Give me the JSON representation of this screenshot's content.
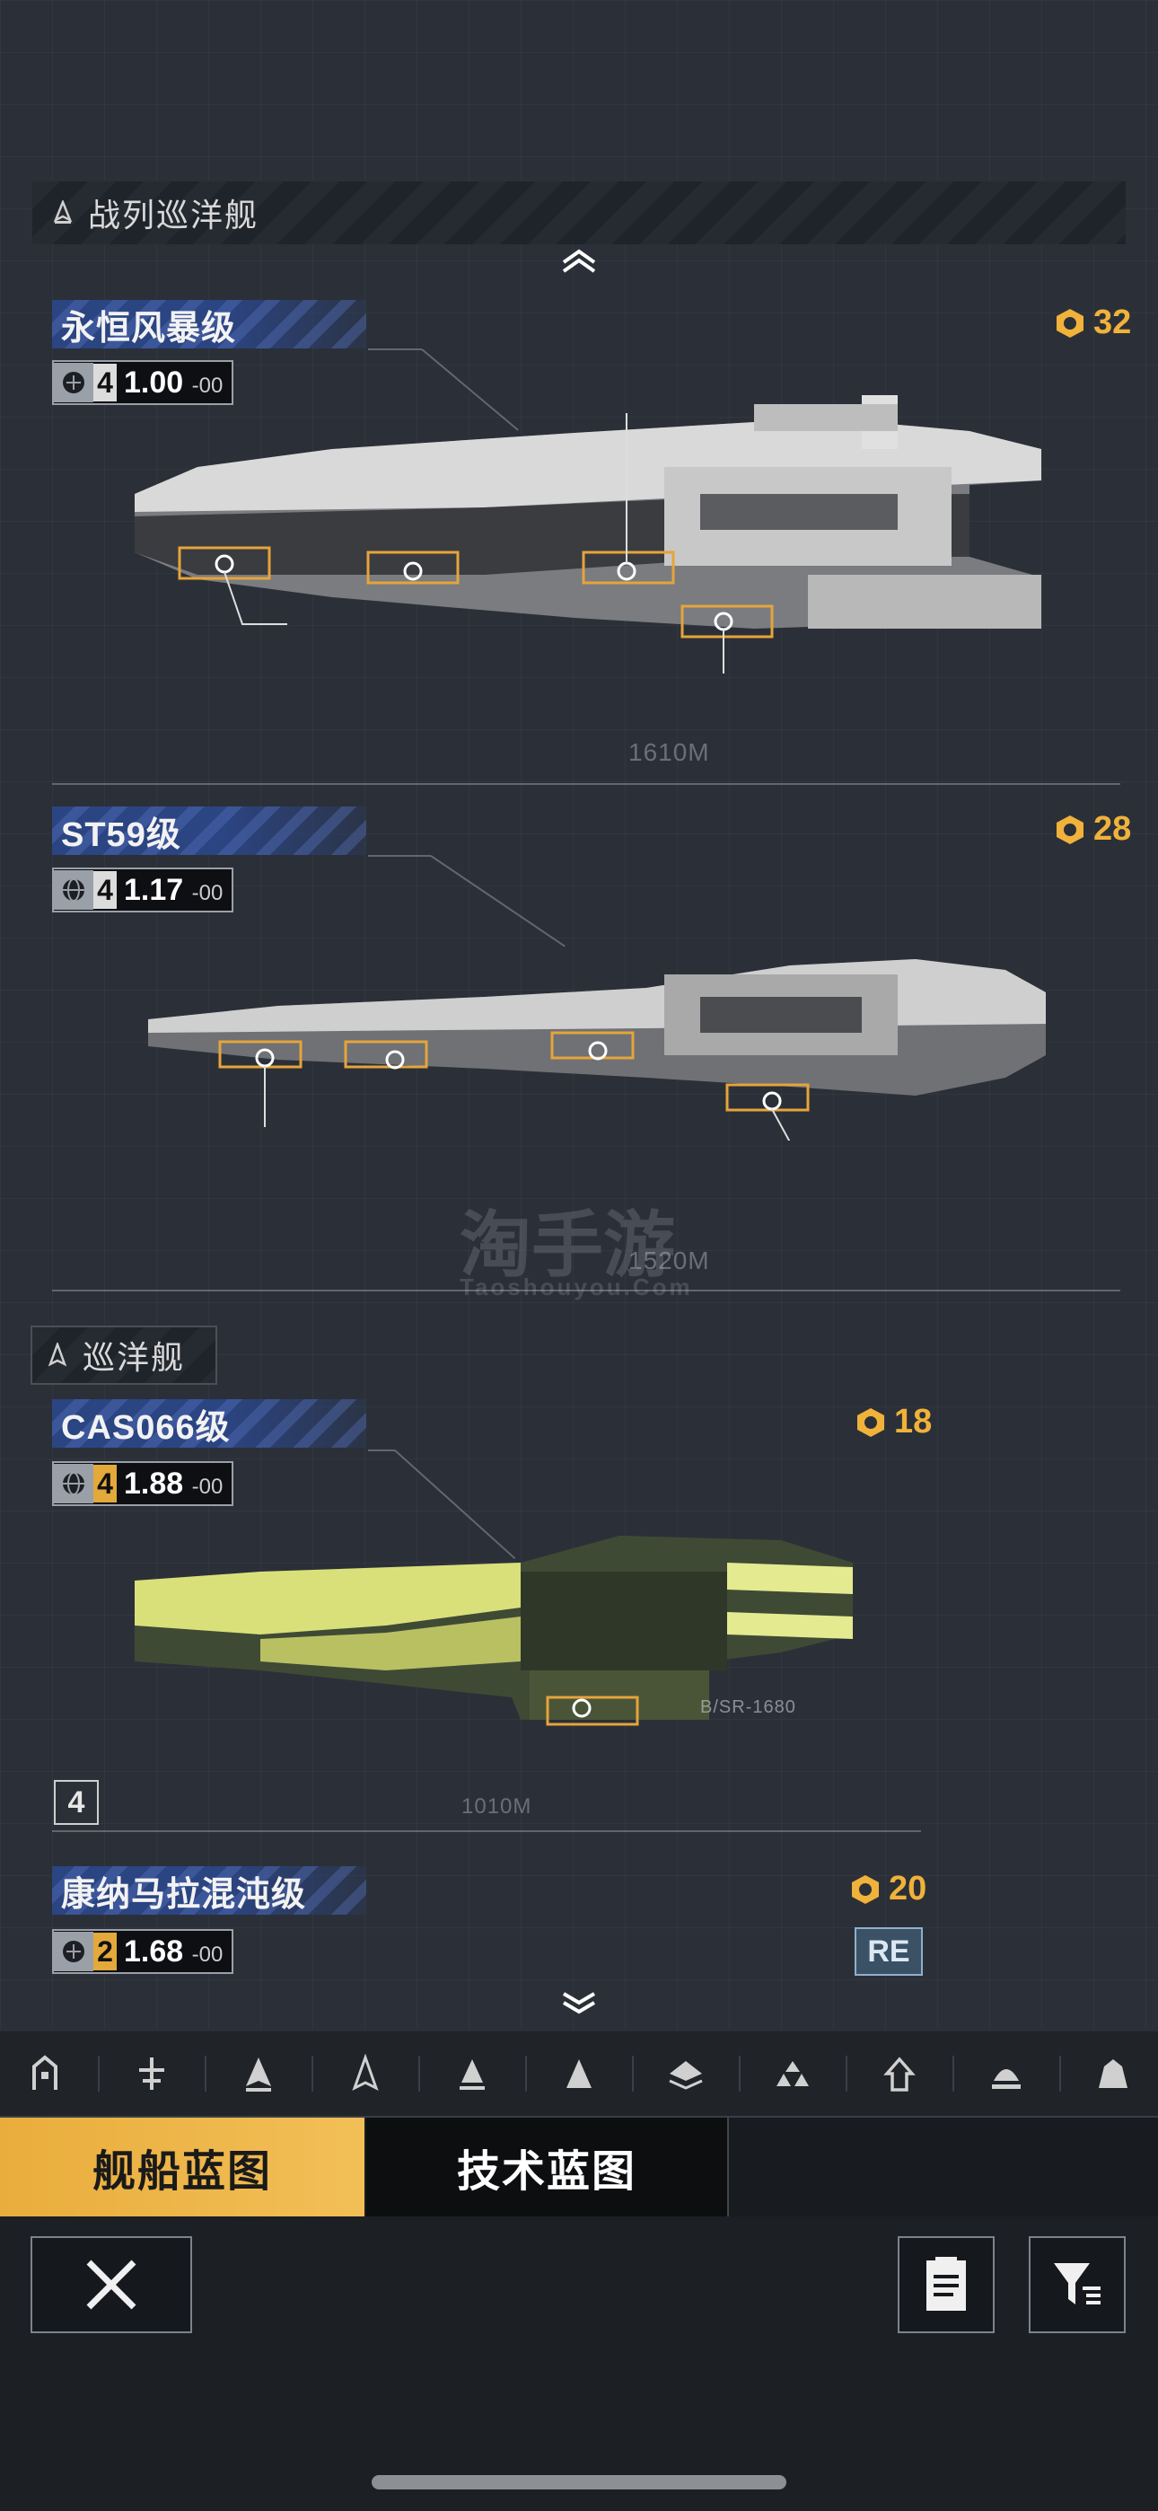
{
  "sections": {
    "battlecruiser": {
      "title": "战列巡洋舰"
    },
    "cruiser": {
      "title": "巡洋舰"
    }
  },
  "ships": [
    {
      "name": "永恒风暴级",
      "level": "4",
      "value": "1.00",
      "suffix": "-00",
      "cost": "32",
      "length": "1610M"
    },
    {
      "name": "ST59级",
      "level": "4",
      "value": "1.17",
      "suffix": "-00",
      "cost": "28",
      "length": "1520M"
    },
    {
      "name": "CAS066级",
      "level": "4",
      "value": "1.88",
      "suffix": "-00",
      "cost": "18",
      "length": "1010M",
      "variant_label": "B/SR-1680"
    },
    {
      "name": "康纳马拉混沌级",
      "level": "2",
      "value": "1.68",
      "suffix": "-00",
      "cost": "20",
      "badge": "RE"
    }
  ],
  "cruiser_rank": "4",
  "tabs": {
    "ship_blueprints": "舰船蓝图",
    "tech_blueprints": "技术蓝图"
  },
  "watermark": {
    "cn": "淘手游",
    "en": "Taoshouyou.Com"
  },
  "colors": {
    "accent": "#f0b23a",
    "name_bar": "#2b4482",
    "tab_active": "#e9ad3c"
  },
  "icons": {
    "nav": [
      "frigate-icon",
      "destroyer-icon",
      "cruiser-icon",
      "battlecruiser-icon",
      "auxiliary-icon",
      "carrier-icon",
      "battleship-icon",
      "fighter-icon",
      "corvette-icon",
      "capital-icon",
      "special-icon"
    ],
    "buttons": [
      "close-icon",
      "notes-icon",
      "filter-icon"
    ]
  }
}
